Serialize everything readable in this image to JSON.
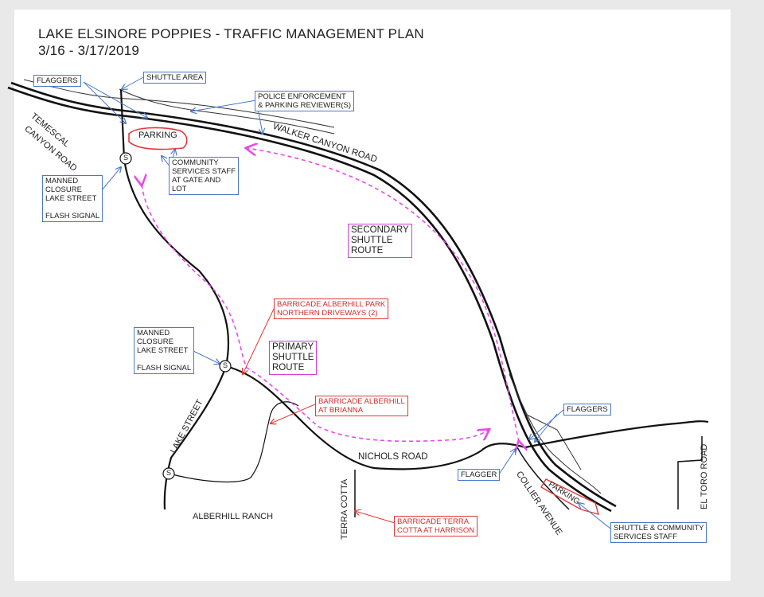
{
  "title": {
    "line1": "LAKE ELSINORE POPPIES - TRAFFIC MANAGEMENT PLAN",
    "line2": "3/16 - 3/17/2019"
  },
  "roads": {
    "walker_canyon": "WALKER CANYON ROAD",
    "temescal_1": "TEMESCAL",
    "temescal_2": "CANYON ROAD",
    "lake_street": "LAKE STREET",
    "nichols": "NICHOLS ROAD",
    "terra_cotta": "TERRA COTTA",
    "collier": "COLLIER AVENUE",
    "el_toro": "EL TORO ROAD"
  },
  "places": {
    "alberhill_ranch": "ALBERHILL RANCH",
    "parking_north": "PARKING",
    "parking_south": "PARKING"
  },
  "signal_symbol": "S",
  "callouts": {
    "flaggers_nw": "FLAGGERS",
    "shuttle_area": "SHUTTLE AREA",
    "police": [
      "POLICE ENFORCEMENT",
      "& PARKING REVIEWER(S)"
    ],
    "community_staff": [
      "COMMUNITY",
      "SERVICES STAFF",
      "AT GATE AND",
      "LOT"
    ],
    "manned_closure_1": [
      "MANNED",
      "CLOSURE",
      "LAKE STREET",
      "",
      "FLASH SIGNAL"
    ],
    "manned_closure_2": [
      "MANNED",
      "CLOSURE",
      "LAKE STREET",
      "",
      "FLASH SIGNAL"
    ],
    "barricade_alberhill_park": [
      "BARRICADE ALBERHILL PARK",
      "NORTHERN DRIVEWAYS (2)"
    ],
    "barricade_brianna": [
      "BARRICADE ALBERHILL",
      "AT BRIANNA"
    ],
    "barricade_terra_cotta": [
      "BARRICADE TERRA",
      "COTTA AT HARRISON"
    ],
    "flaggers_se": "FLAGGERS",
    "flagger": "FLAGGER",
    "shuttle_community": [
      "SHUTTLE & COMMUNITY",
      "SERVICES STAFF"
    ]
  },
  "routes": {
    "secondary": [
      "SECONDARY",
      "SHUTTLE",
      "ROUTE"
    ],
    "primary": [
      "PRIMARY",
      "SHUTTLE",
      "ROUTE"
    ]
  },
  "colors": {
    "road": "#111111",
    "callout_blue": "#4a78c8",
    "barricade_red": "#e03a3a",
    "shuttle_route": "#e84ae8"
  }
}
